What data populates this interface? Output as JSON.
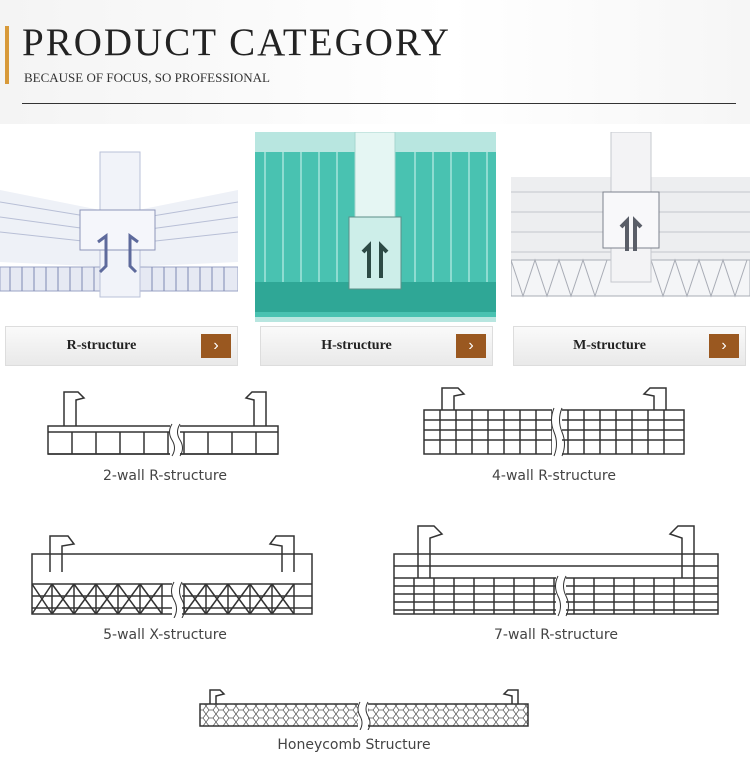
{
  "header": {
    "title": "PRODUCT CATEGORY",
    "subtitle": "BECAUSE OF FOCUS, SO PROFESSIONAL"
  },
  "categories": [
    {
      "label": "R-structure",
      "arrow": "›"
    },
    {
      "label": "H-structure",
      "arrow": "›"
    },
    {
      "label": "M-structure",
      "arrow": "›"
    }
  ],
  "structures": [
    {
      "label": "2-wall R-structure"
    },
    {
      "label": "4-wall R-structure"
    },
    {
      "label": "5-wall X-structure"
    },
    {
      "label": "7-wall R-structure"
    },
    {
      "label": "Honeycomb Structure"
    }
  ],
  "colors": {
    "accent": "#d89a3a",
    "arrow_bg": "#9a5820",
    "teal": "#3fb9a8"
  }
}
